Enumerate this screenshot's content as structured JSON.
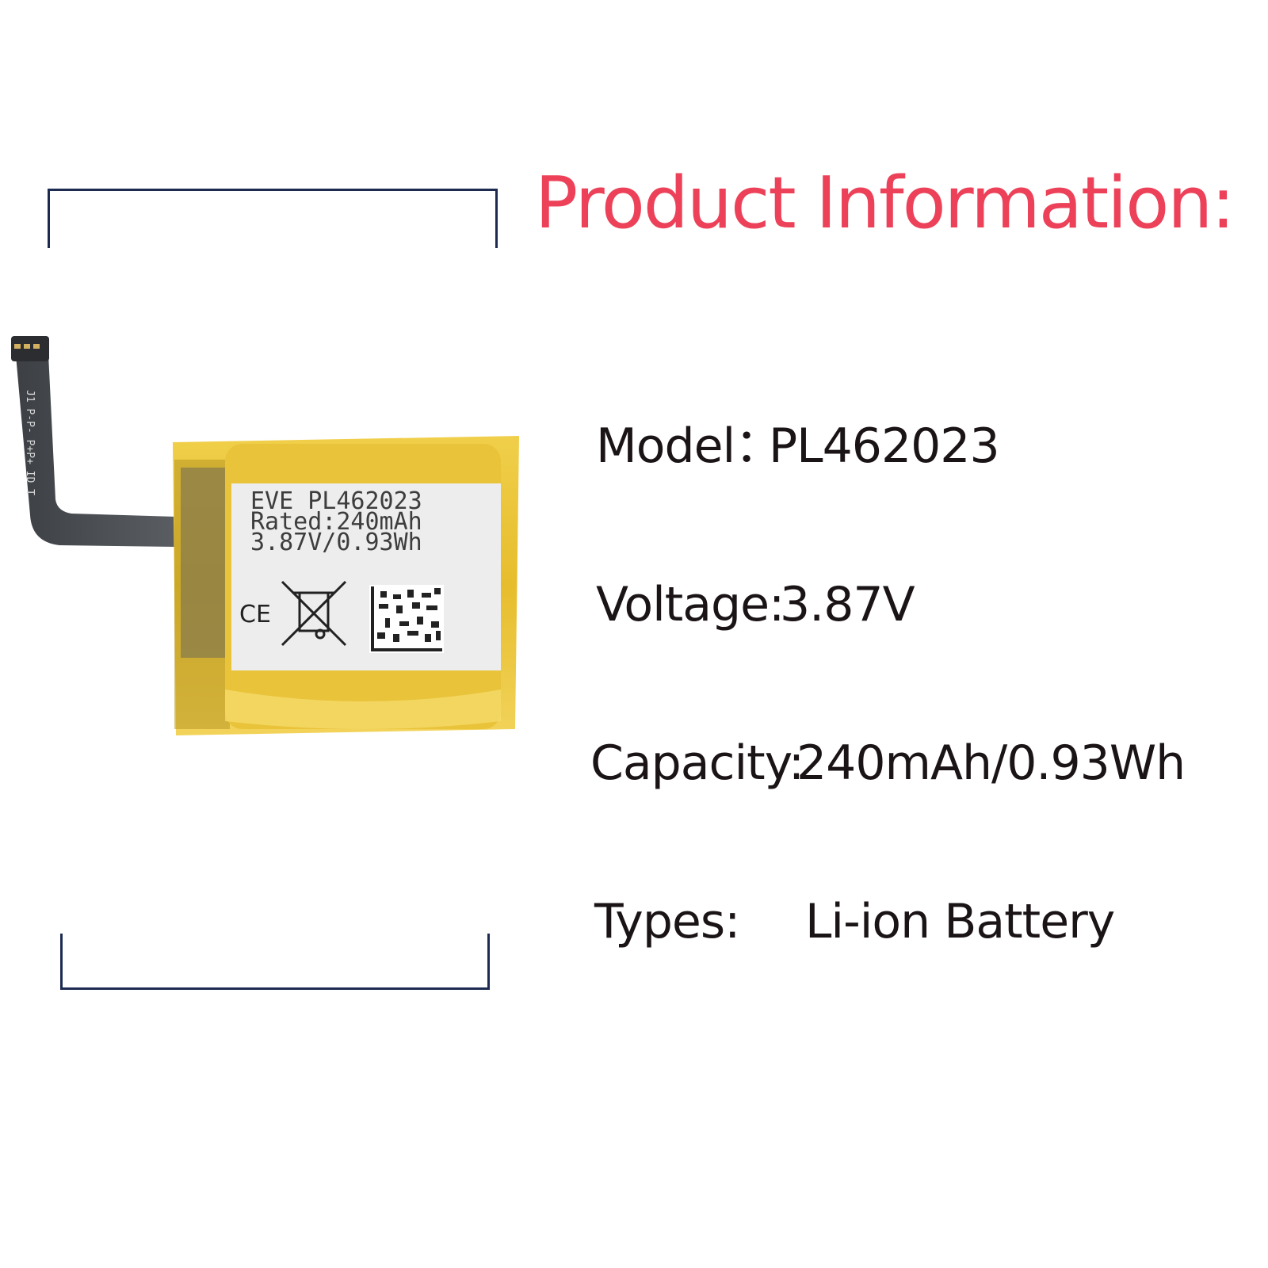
{
  "heading": {
    "text": "Product Information:",
    "color": "#ec4158"
  },
  "specs": {
    "model": {
      "label": "Model：",
      "value": "PL462023"
    },
    "voltage": {
      "label": "Voltage:",
      "value": "3.87V"
    },
    "capacity": {
      "label": "Capacity:",
      "value": "240mAh/0.93Wh"
    },
    "types": {
      "label": "Types:",
      "value": "Li-ion Battery"
    }
  },
  "battery_label": {
    "line1": "EVE PL462023",
    "line2": "Rated:240mAh",
    "line3": "3.87V/0.93Wh",
    "ce_mark": "CE",
    "flex_text": "J1 P-P- P+P+ ID T"
  },
  "colors": {
    "frame": "#1d2b52",
    "text": "#1b1416",
    "kapton": "#e8c23a",
    "label": "#ededed"
  }
}
